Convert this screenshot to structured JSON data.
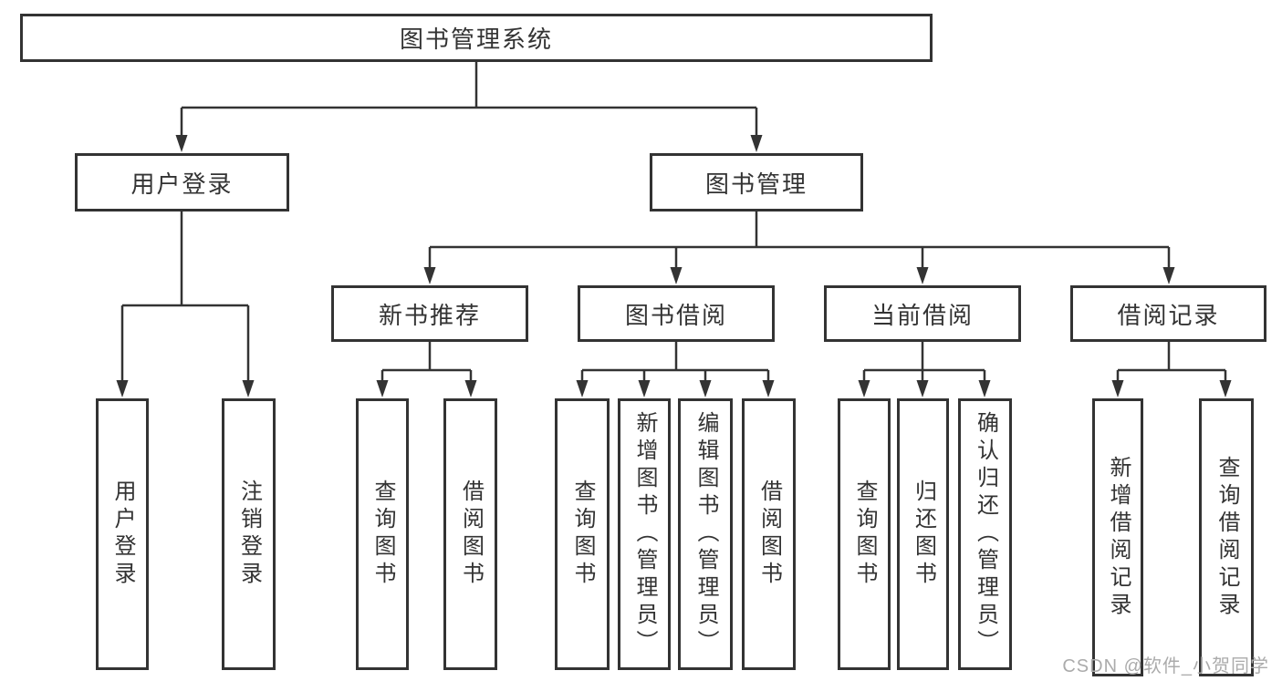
{
  "diagram": {
    "watermark": "CSDN @软件_小贺同学",
    "colors": {
      "line": "#333333",
      "box_border": "#333333",
      "text": "#333333",
      "watermark": "#ababab",
      "background": "#ffffff"
    },
    "tree": {
      "label": "图书管理系统",
      "children": [
        {
          "label": "用户登录",
          "children": [
            {
              "label": "用户登录"
            },
            {
              "label": "注销登录"
            }
          ]
        },
        {
          "label": "图书管理",
          "children": [
            {
              "label": "新书推荐",
              "children": [
                {
                  "label": "查询图书"
                },
                {
                  "label": "借阅图书"
                }
              ]
            },
            {
              "label": "图书借阅",
              "children": [
                {
                  "label": "查询图书"
                },
                {
                  "label": "新增图书（管理员）"
                },
                {
                  "label": "编辑图书（管理员）"
                },
                {
                  "label": "借阅图书"
                }
              ]
            },
            {
              "label": "当前借阅",
              "children": [
                {
                  "label": "查询图书"
                },
                {
                  "label": "归还图书"
                },
                {
                  "label": "确认归还（管理员）"
                }
              ]
            },
            {
              "label": "借阅记录",
              "children": [
                {
                  "label": "新增借阅记录"
                },
                {
                  "label": "查询借阅记录"
                }
              ]
            }
          ]
        }
      ]
    }
  }
}
